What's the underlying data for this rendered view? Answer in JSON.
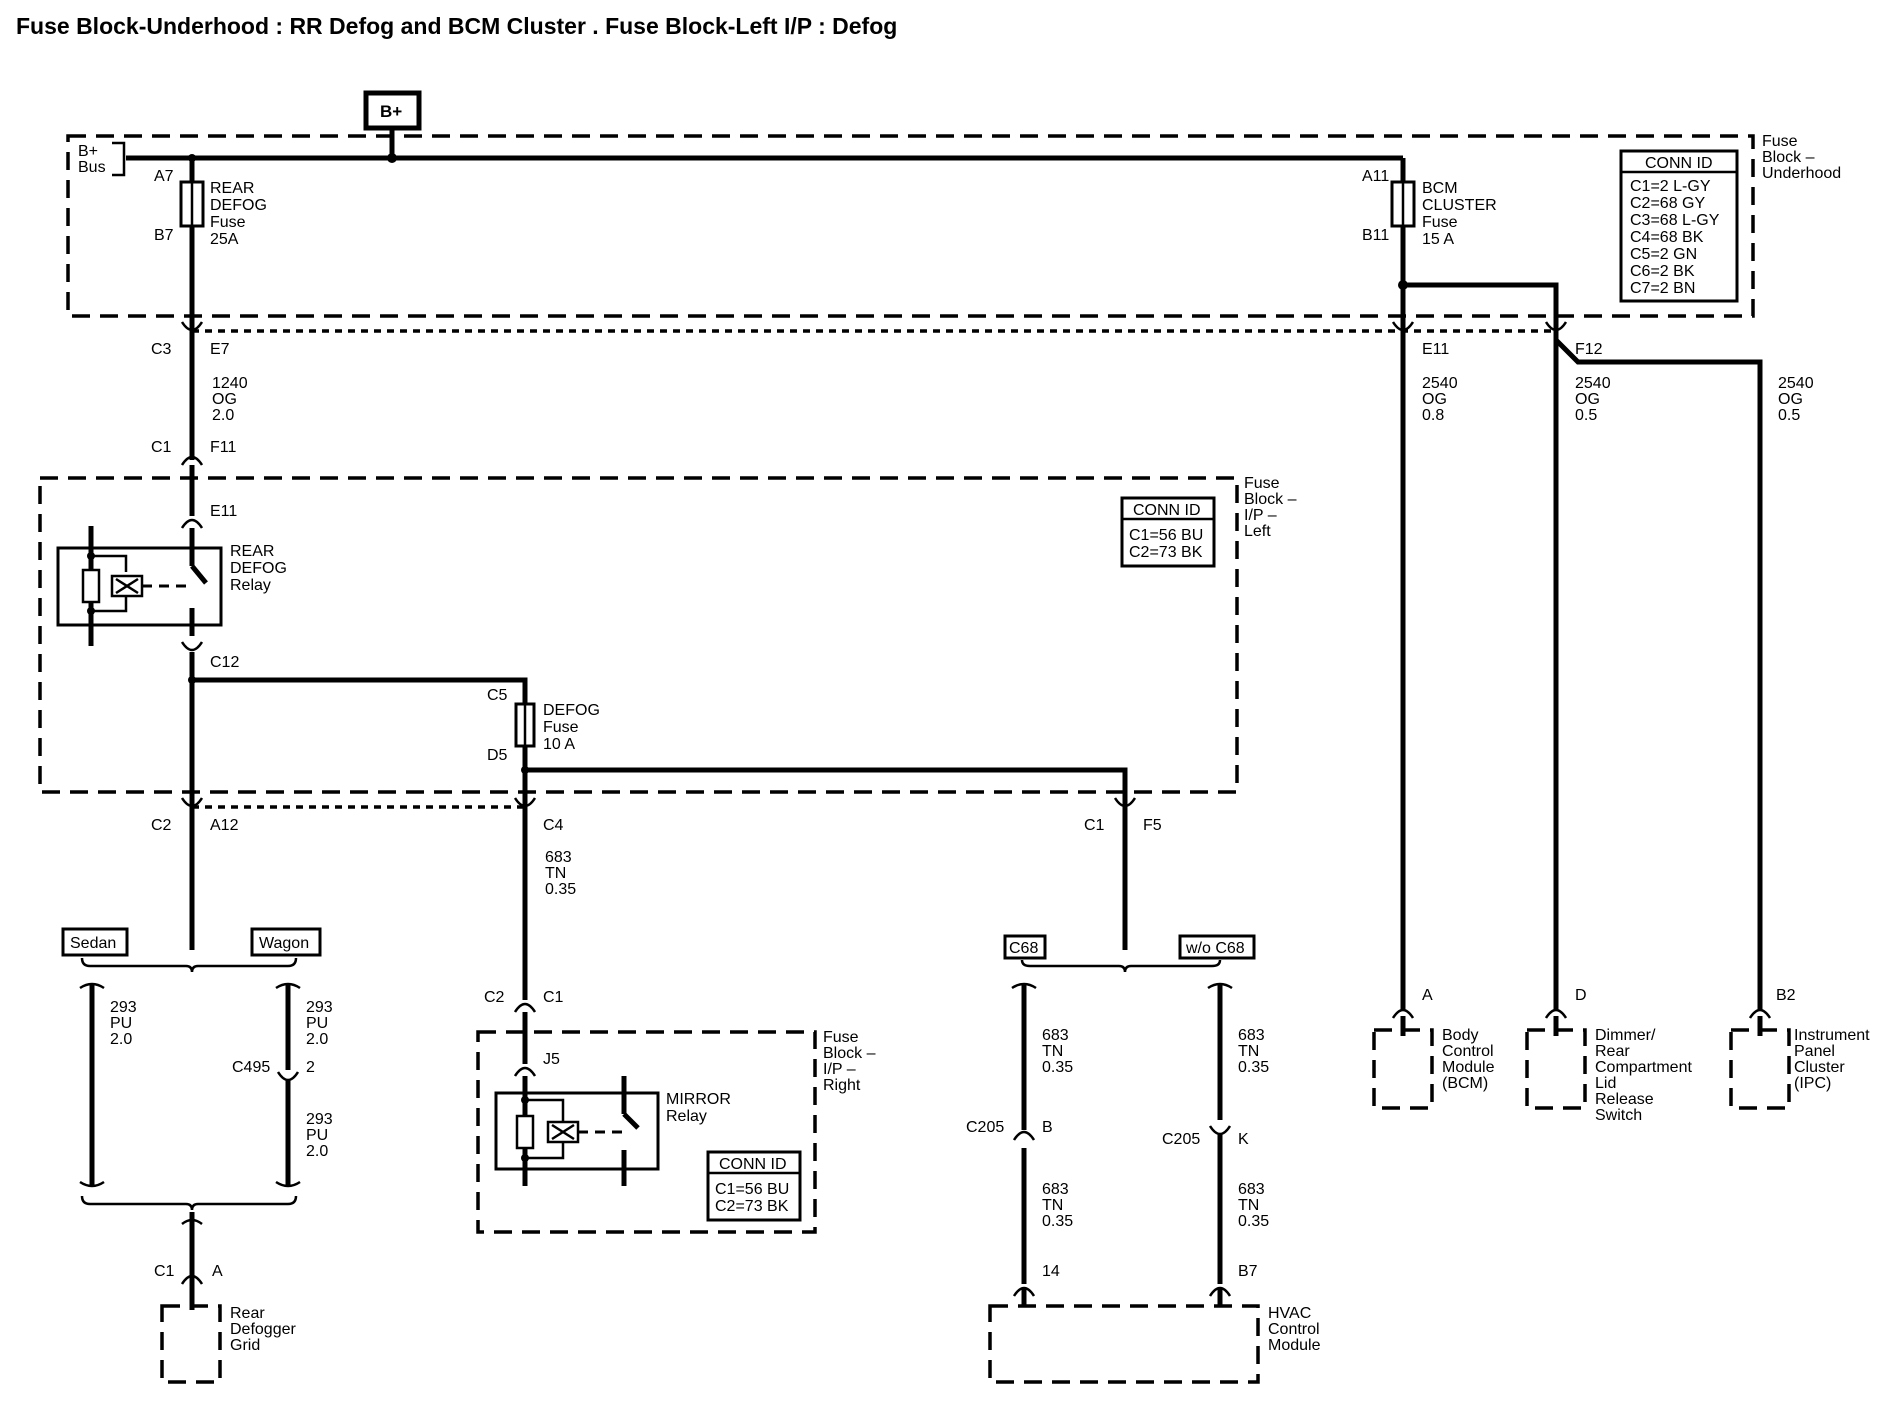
{
  "title": "Fuse Block-Underhood : RR Defog and BCM Cluster . Fuse Block-Left I/P : Defog",
  "bplus": "B+",
  "underhood": {
    "name": [
      "Fuse",
      "Block –",
      "Underhood"
    ],
    "bus": [
      "B+",
      "Bus"
    ],
    "rear_defog_fuse": [
      "REAR",
      "DEFOG",
      "Fuse",
      "25A"
    ],
    "bcm_cluster_fuse": [
      "BCM",
      "CLUSTER",
      "Fuse",
      "15 A"
    ],
    "pins": [
      "A7",
      "B7",
      "A11",
      "B11"
    ],
    "conn_title": "CONN ID",
    "conn": [
      "C1=2 L-GY",
      "C2=68 GY",
      "C3=68 L-GY",
      "C4=68 BK",
      "C5=2 GN",
      "C6=2 BK",
      "C7=2 BN"
    ]
  },
  "left_ip": {
    "name": [
      "Fuse",
      "Block –",
      "I/P –",
      "Left"
    ],
    "relay": [
      "REAR",
      "DEFOG",
      "Relay"
    ],
    "defog_fuse": [
      "DEFOG",
      "Fuse",
      "10 A"
    ],
    "conn_title": "CONN ID",
    "conn": [
      "C1=56 BU",
      "C2=73 BK"
    ]
  },
  "right_ip": {
    "name": [
      "Fuse",
      "Block –",
      "I/P –",
      "Right"
    ],
    "relay": [
      "MIRROR",
      "Relay"
    ],
    "conn_title": "CONN ID",
    "conn": [
      "C1=56 BU",
      "C2=73 BK"
    ]
  },
  "connectors": {
    "c3": "C3",
    "e7": "E7",
    "c1_top": "C1",
    "f11": "F11",
    "e11_relay": "E11",
    "c12": "C12",
    "c5": "C5",
    "d5": "D5",
    "c2_left": "C2",
    "a12": "A12",
    "c4": "C4",
    "c1_f5": "C1",
    "f5": "F5",
    "e11": "E11",
    "f12": "F12",
    "c2_mir": "C2",
    "c1_mir": "C1",
    "j5": "J5",
    "c495": "C495",
    "c495_pin": "2",
    "c1_grid": "C1",
    "a_grid": "A",
    "c205_b": "C205",
    "b": "B",
    "c205_k": "C205",
    "k": "K",
    "p14": "14",
    "b7": "B7",
    "pin_a": "A",
    "pin_d": "D",
    "pin_b2": "B2"
  },
  "wires": {
    "w1240": [
      "1240",
      "OG",
      "2.0"
    ],
    "w2540_08": [
      "2540",
      "OG",
      "0.8"
    ],
    "w2540_05a": [
      "2540",
      "OG",
      "0.5"
    ],
    "w2540_05b": [
      "2540",
      "OG",
      "0.5"
    ],
    "w683_mir": [
      "683",
      "TN",
      "0.35"
    ],
    "w293_sedan": [
      "293",
      "PU",
      "2.0"
    ],
    "w293_wagon_top": [
      "293",
      "PU",
      "2.0"
    ],
    "w293_wagon_bot": [
      "293",
      "PU",
      "2.0"
    ],
    "w683_c68_top": [
      "683",
      "TN",
      "0.35"
    ],
    "w683_c68_bot": [
      "683",
      "TN",
      "0.35"
    ],
    "w683_woc68_top": [
      "683",
      "TN",
      "0.35"
    ],
    "w683_woc68_bot": [
      "683",
      "TN",
      "0.35"
    ]
  },
  "options": {
    "sedan": "Sedan",
    "wagon": "Wagon",
    "c68": "C68",
    "wo_c68": "w/o C68"
  },
  "components": {
    "grid": [
      "Rear",
      "Defogger",
      "Grid"
    ],
    "hvac": [
      "HVAC",
      "Control",
      "Module"
    ],
    "bcm": [
      "Body",
      "Control",
      "Module",
      "(BCM)"
    ],
    "dimmer": [
      "Dimmer/",
      "Rear",
      "Compartment",
      "Lid",
      "Release",
      "Switch"
    ],
    "ipc": [
      "Instrument",
      "Panel",
      "Cluster",
      "(IPC)"
    ]
  }
}
